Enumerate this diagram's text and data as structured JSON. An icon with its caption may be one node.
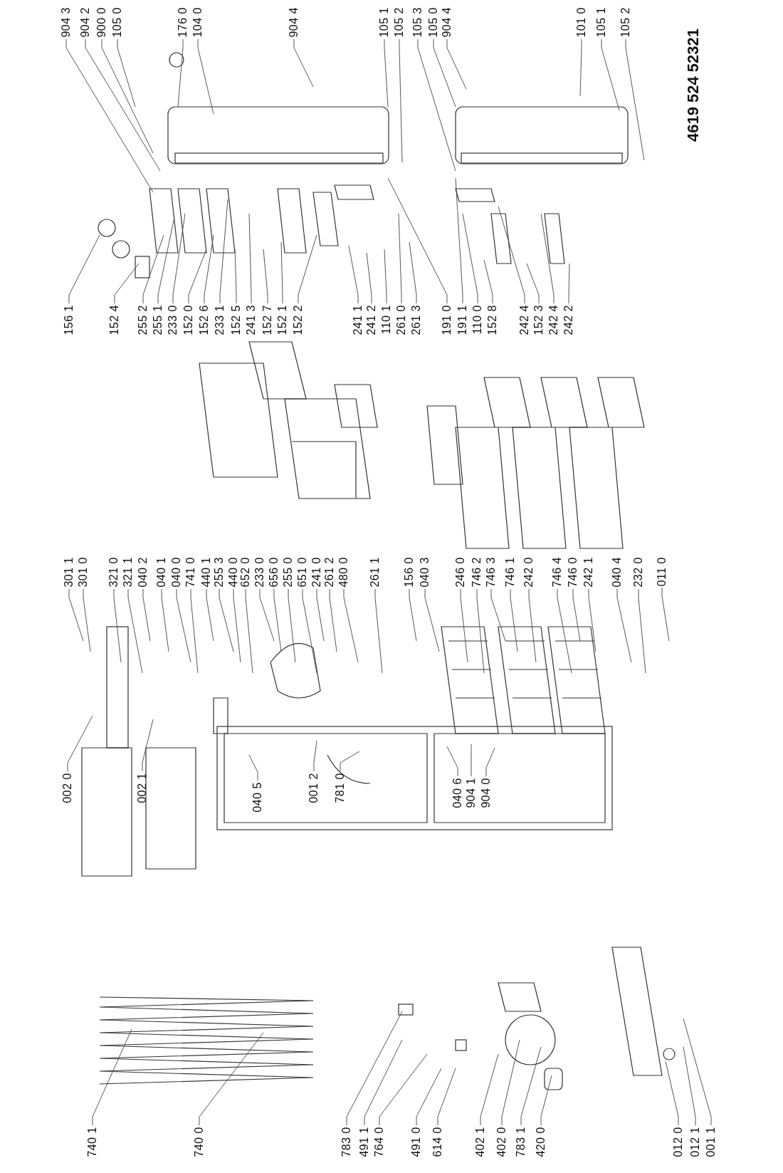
{
  "diagram": {
    "nodes": [
      {
        "text": [
          "904 3"
        ]
      },
      {
        "text": [
          "904 2"
        ]
      },
      {
        "text": [
          "900 0"
        ]
      },
      {
        "text": [
          "105 0"
        ]
      },
      {
        "text": [
          "176 0"
        ]
      },
      {
        "text": [
          "104 0"
        ]
      },
      {
        "text": [
          "904 4"
        ]
      },
      {
        "text": [
          "105 1"
        ]
      },
      {
        "text": [
          "105 2"
        ]
      },
      {
        "text": [
          "105 3"
        ]
      },
      {
        "text": [
          "105 0"
        ]
      },
      {
        "text": [
          "904 4"
        ]
      },
      {
        "text": [
          "101 0"
        ]
      },
      {
        "text": [
          "105 1"
        ]
      },
      {
        "text": [
          "105 2"
        ]
      },
      {
        "text": [
          "156 1"
        ]
      },
      {
        "text": [
          "152 4"
        ]
      },
      {
        "text": [
          "255 2"
        ]
      },
      {
        "text": [
          "255 1"
        ]
      },
      {
        "text": [
          "233 0"
        ]
      },
      {
        "text": [
          "152 0"
        ]
      },
      {
        "text": [
          "152 6"
        ]
      },
      {
        "text": [
          "233 1"
        ]
      },
      {
        "text": [
          "152 5"
        ]
      },
      {
        "text": [
          "241 3"
        ]
      },
      {
        "text": [
          "152 7"
        ]
      },
      {
        "text": [
          "152 1"
        ]
      },
      {
        "text": [
          "152 2"
        ]
      },
      {
        "text": [
          "241 1"
        ]
      },
      {
        "text": [
          "241 2"
        ]
      },
      {
        "text": [
          "110 1"
        ]
      },
      {
        "text": [
          "261 0"
        ]
      },
      {
        "text": [
          "261 3"
        ]
      },
      {
        "text": [
          "191 0"
        ]
      },
      {
        "text": [
          "191 1"
        ]
      },
      {
        "text": [
          "110 0"
        ]
      },
      {
        "text": [
          "152 8"
        ]
      },
      {
        "text": [
          "242 4"
        ]
      },
      {
        "text": [
          "152 3"
        ]
      },
      {
        "text": [
          "242 4"
        ]
      },
      {
        "text": [
          "242 2"
        ]
      },
      {
        "text": [
          "301 1"
        ]
      },
      {
        "text": [
          "301 0"
        ]
      },
      {
        "text": [
          "321 0"
        ]
      },
      {
        "text": [
          "321 1"
        ]
      },
      {
        "text": [
          "040 2"
        ]
      },
      {
        "text": [
          "040 1"
        ]
      },
      {
        "text": [
          "040 0"
        ]
      },
      {
        "text": [
          "741 0"
        ]
      },
      {
        "text": [
          "440 1"
        ]
      },
      {
        "text": [
          "255 3"
        ]
      },
      {
        "text": [
          "440 0"
        ]
      },
      {
        "text": [
          "652 0"
        ]
      },
      {
        "text": [
          "233 0"
        ]
      },
      {
        "text": [
          "656 0"
        ]
      },
      {
        "text": [
          "255 0"
        ]
      },
      {
        "text": [
          "651 0"
        ]
      },
      {
        "text": [
          "241 0"
        ]
      },
      {
        "text": [
          "261 2"
        ]
      },
      {
        "text": [
          "480 0"
        ]
      },
      {
        "text": [
          "261 1"
        ]
      },
      {
        "text": [
          "156 0"
        ]
      },
      {
        "text": [
          "040 3"
        ]
      },
      {
        "text": [
          "246 0"
        ]
      },
      {
        "text": [
          "746 2"
        ]
      },
      {
        "text": [
          "746 3"
        ]
      },
      {
        "text": [
          "746 1"
        ]
      },
      {
        "text": [
          "242 0"
        ]
      },
      {
        "text": [
          "746 4"
        ]
      },
      {
        "text": [
          "746 0"
        ]
      },
      {
        "text": [
          "242 1"
        ]
      },
      {
        "text": [
          "040 4"
        ]
      },
      {
        "text": [
          "232 0"
        ]
      },
      {
        "text": [
          "011 0"
        ]
      },
      {
        "text": [
          "040 5"
        ]
      },
      {
        "text": [
          "040 6"
        ]
      },
      {
        "text": [
          "904 1"
        ]
      },
      {
        "text": [
          "904 0"
        ]
      },
      {
        "text": [
          "002 0"
        ]
      },
      {
        "text": [
          "002 1"
        ]
      },
      {
        "text": [
          "001 2"
        ]
      },
      {
        "text": [
          "781 0"
        ]
      },
      {
        "text": [
          "740 1"
        ]
      },
      {
        "text": [
          "740 0"
        ]
      },
      {
        "text": [
          "783 0"
        ]
      },
      {
        "text": [
          "491 1"
        ]
      },
      {
        "text": [
          "764 0"
        ]
      },
      {
        "text": [
          "491 0"
        ]
      },
      {
        "text": [
          "614 0"
        ]
      },
      {
        "text": [
          "402 1"
        ]
      },
      {
        "text": [
          "402 0"
        ]
      },
      {
        "text": [
          "783 1"
        ]
      },
      {
        "text": [
          "420 0"
        ]
      },
      {
        "text": [
          "012 0"
        ]
      },
      {
        "text": [
          "012 1"
        ]
      },
      {
        "text": [
          "001 1"
        ]
      }
    ],
    "edges": [
      {
        "from": 0,
        "to": null,
        "arrow": "none"
      },
      {
        "from": 1,
        "to": null,
        "arrow": "none"
      },
      {
        "from": 2,
        "to": null,
        "arrow": "none"
      },
      {
        "from": 3,
        "to": null,
        "arrow": "none"
      },
      {
        "from": 4,
        "to": null,
        "arrow": "none"
      },
      {
        "from": 5,
        "to": null,
        "arrow": "none"
      },
      {
        "from": 6,
        "to": null,
        "arrow": "none"
      },
      {
        "from": 7,
        "to": null,
        "arrow": "none"
      },
      {
        "from": 8,
        "to": null,
        "arrow": "none"
      },
      {
        "from": 9,
        "to": null,
        "arrow": "none"
      },
      {
        "from": 10,
        "to": null,
        "arrow": "none"
      },
      {
        "from": 11,
        "to": null,
        "arrow": "none"
      },
      {
        "from": 12,
        "to": null,
        "arrow": "none"
      },
      {
        "from": 13,
        "to": null,
        "arrow": "none"
      },
      {
        "from": 14,
        "to": null,
        "arrow": "none"
      },
      {
        "from": 15,
        "to": null,
        "arrow": "none"
      },
      {
        "from": 16,
        "to": null,
        "arrow": "none"
      },
      {
        "from": 17,
        "to": null,
        "arrow": "none"
      },
      {
        "from": 18,
        "to": null,
        "arrow": "none"
      },
      {
        "from": 19,
        "to": null,
        "arrow": "none"
      },
      {
        "from": 20,
        "to": null,
        "arrow": "none"
      },
      {
        "from": 21,
        "to": null,
        "arrow": "none"
      },
      {
        "from": 22,
        "to": null,
        "arrow": "none"
      },
      {
        "from": 23,
        "to": null,
        "arrow": "none"
      },
      {
        "from": 24,
        "to": null,
        "arrow": "none"
      },
      {
        "from": 25,
        "to": null,
        "arrow": "none"
      },
      {
        "from": 26,
        "to": null,
        "arrow": "none"
      },
      {
        "from": 27,
        "to": null,
        "arrow": "none"
      },
      {
        "from": 28,
        "to": null,
        "arrow": "none"
      },
      {
        "from": 29,
        "to": null,
        "arrow": "none"
      },
      {
        "from": 30,
        "to": null,
        "arrow": "none"
      },
      {
        "from": 31,
        "to": null,
        "arrow": "none"
      },
      {
        "from": 32,
        "to": null,
        "arrow": "none"
      },
      {
        "from": 33,
        "to": null,
        "arrow": "none"
      },
      {
        "from": 34,
        "to": null,
        "arrow": "none"
      },
      {
        "from": 35,
        "to": null,
        "arrow": "none"
      },
      {
        "from": 36,
        "to": null,
        "arrow": "none"
      },
      {
        "from": 37,
        "to": null,
        "arrow": "none"
      },
      {
        "from": 38,
        "to": null,
        "arrow": "none"
      },
      {
        "from": 39,
        "to": null,
        "arrow": "none"
      },
      {
        "from": 40,
        "to": null,
        "arrow": "none"
      },
      {
        "from": 41,
        "to": null,
        "arrow": "none"
      },
      {
        "from": 42,
        "to": null,
        "arrow": "none"
      },
      {
        "from": 43,
        "to": null,
        "arrow": "none"
      },
      {
        "from": 44,
        "to": null,
        "arrow": "none"
      },
      {
        "from": 45,
        "to": null,
        "arrow": "none"
      },
      {
        "from": 46,
        "to": null,
        "arrow": "none"
      },
      {
        "from": 47,
        "to": null,
        "arrow": "none"
      },
      {
        "from": 48,
        "to": null,
        "arrow": "none"
      },
      {
        "from": 49,
        "to": null,
        "arrow": "none"
      },
      {
        "from": 50,
        "to": null,
        "arrow": "none"
      },
      {
        "from": 51,
        "to": null,
        "arrow": "none"
      },
      {
        "from": 52,
        "to": null,
        "arrow": "none"
      },
      {
        "from": 53,
        "to": null,
        "arrow": "none"
      },
      {
        "from": 54,
        "to": null,
        "arrow": "none"
      },
      {
        "from": 55,
        "to": null,
        "arrow": "none"
      },
      {
        "from": 56,
        "to": null,
        "arrow": "none"
      },
      {
        "from": 57,
        "to": null,
        "arrow": "none"
      },
      {
        "from": 58,
        "to": null,
        "arrow": "none"
      },
      {
        "from": 59,
        "to": null,
        "arrow": "none"
      },
      {
        "from": 60,
        "to": null,
        "arrow": "none"
      },
      {
        "from": 61,
        "to": null,
        "arrow": "none"
      },
      {
        "from": 62,
        "to": null,
        "arrow": "none"
      },
      {
        "from": 63,
        "to": null,
        "arrow": "none"
      },
      {
        "from": 64,
        "to": null,
        "arrow": "none"
      },
      {
        "from": 65,
        "to": null,
        "arrow": "none"
      },
      {
        "from": 66,
        "to": null,
        "arrow": "none"
      },
      {
        "from": 67,
        "to": null,
        "arrow": "none"
      },
      {
        "from": 68,
        "to": null,
        "arrow": "none"
      },
      {
        "from": 69,
        "to": null,
        "arrow": "none"
      },
      {
        "from": 70,
        "to": null,
        "arrow": "none"
      },
      {
        "from": 71,
        "to": null,
        "arrow": "none"
      },
      {
        "from": 72,
        "to": null,
        "arrow": "none"
      },
      {
        "from": 73,
        "to": null,
        "arrow": "none"
      },
      {
        "from": 74,
        "to": null,
        "arrow": "none"
      },
      {
        "from": 75,
        "to": null,
        "arrow": "none"
      },
      {
        "from": 76,
        "to": null,
        "arrow": "none"
      },
      {
        "from": 77,
        "to": null,
        "arrow": "none"
      },
      {
        "from": 78,
        "to": null,
        "arrow": "none"
      },
      {
        "from": 79,
        "to": null,
        "arrow": "none"
      },
      {
        "from": 80,
        "to": null,
        "arrow": "none"
      },
      {
        "from": 81,
        "to": null,
        "arrow": "none"
      },
      {
        "from": 82,
        "to": null,
        "arrow": "none"
      },
      {
        "from": 83,
        "to": null,
        "arrow": "none"
      },
      {
        "from": 84,
        "to": null,
        "arrow": "none"
      },
      {
        "from": 85,
        "to": null,
        "arrow": "none"
      },
      {
        "from": 86,
        "to": null,
        "arrow": "none"
      },
      {
        "from": 87,
        "to": null,
        "arrow": "none"
      },
      {
        "from": 88,
        "to": null,
        "arrow": "none"
      },
      {
        "from": 89,
        "to": null,
        "arrow": "none"
      },
      {
        "from": 90,
        "to": null,
        "arrow": "none"
      },
      {
        "from": 91,
        "to": null,
        "arrow": "none"
      },
      {
        "from": 92,
        "to": null,
        "arrow": "none"
      },
      {
        "from": 93,
        "to": null,
        "arrow": "none"
      },
      {
        "from": 94,
        "to": null,
        "arrow": "none"
      },
      {
        "from": 95,
        "to": null,
        "arrow": "none"
      }
    ],
    "labels": [
      "4619 524 52321"
    ]
  }
}
